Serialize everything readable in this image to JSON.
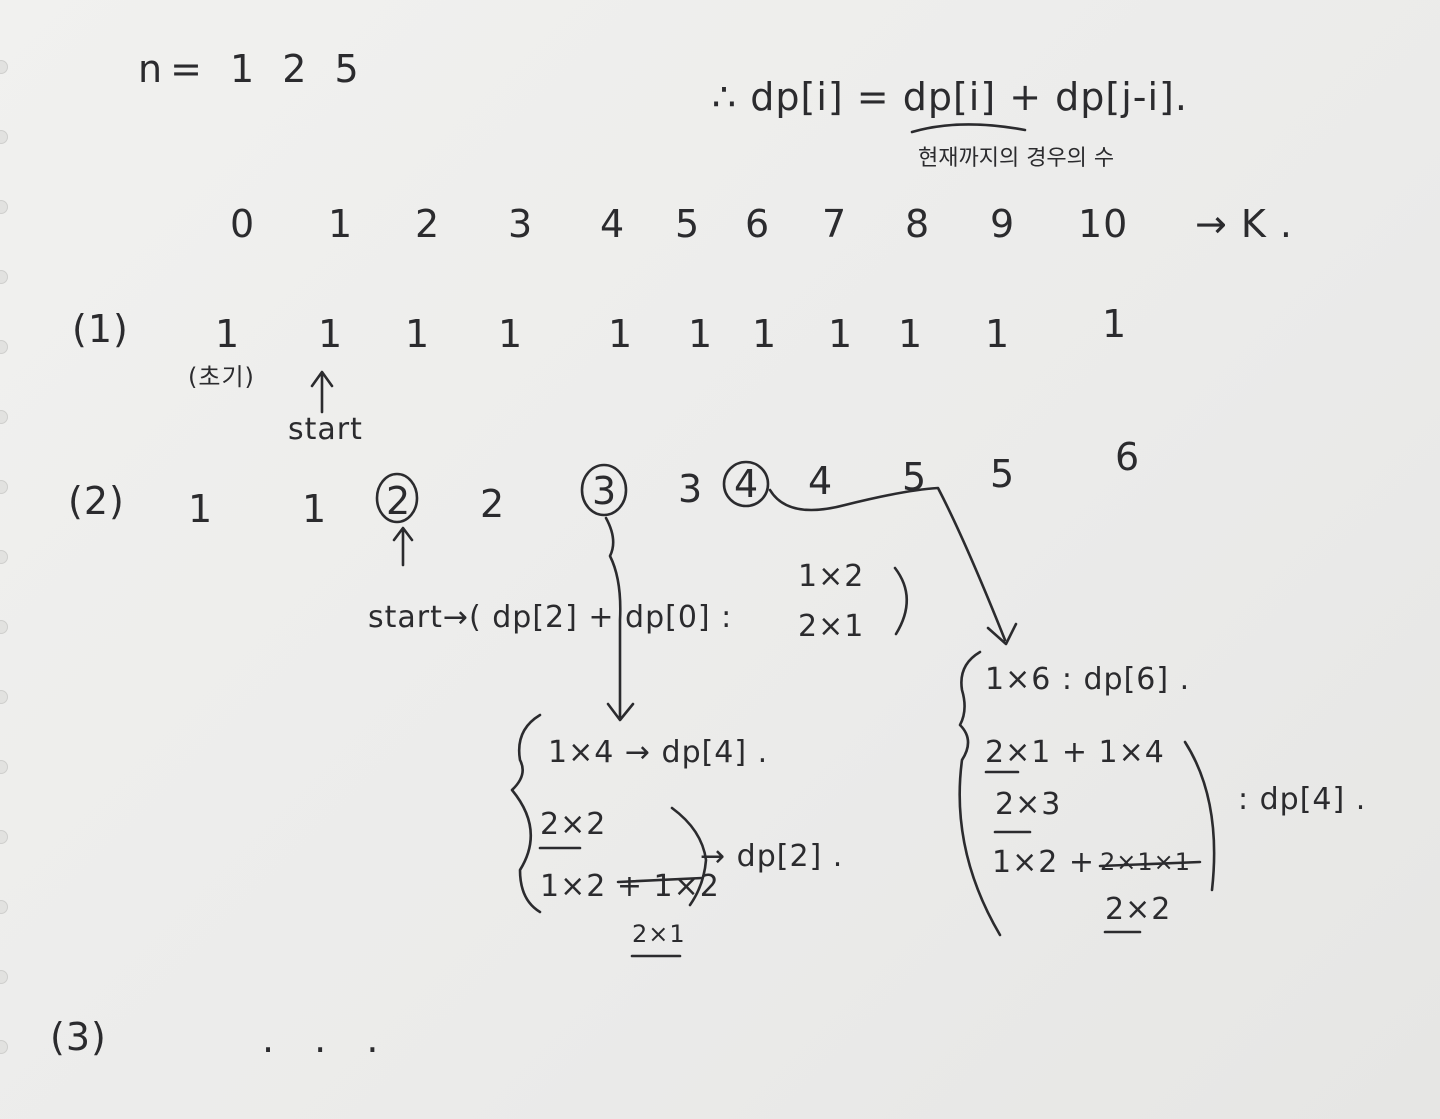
{
  "header": {
    "n_values": "n= 1 2 5",
    "formula": "∴ dp[i] = dp[i] + dp[j-i].",
    "formula_note": "현재까지의 경우의 수"
  },
  "index_row": {
    "numbers": [
      "0",
      "1",
      "2",
      "3",
      "4",
      "5",
      "6",
      "7",
      "8",
      "9",
      "10"
    ],
    "arrow_k": "→ K ."
  },
  "row1": {
    "label": "(1)",
    "values": [
      "1",
      "1",
      "1",
      "1",
      "1",
      "1",
      "1",
      "1",
      "1",
      "1",
      "1"
    ],
    "init_note": "(초기)",
    "start_label": "start"
  },
  "row2": {
    "label": "(2)",
    "values": [
      "1",
      "1",
      "2",
      "2",
      "3",
      "3",
      "4",
      "4",
      "5",
      "5",
      "6"
    ],
    "start_line": "start→( dp[2] + dp[0] :",
    "combo_a": "1×2",
    "combo_b": "2×1",
    "group_a": {
      "line1": "1×4 → dp[4] .",
      "line2": "2×2",
      "line3": "1×2 + 1×2",
      "line3_fix": "2×1",
      "result": "→ dp[2] ."
    },
    "group_b": {
      "line1": "1×6 : dp[6] .",
      "line2": "2×1 + 1×4",
      "line3": "2×3",
      "line4_prefix": "1×2 +",
      "line4_struck": "2×1×1",
      "line4_fix": "2×2",
      "result": ": dp[4] ."
    }
  },
  "row3": {
    "label": "(3)",
    "ellipsis": ". . ."
  }
}
